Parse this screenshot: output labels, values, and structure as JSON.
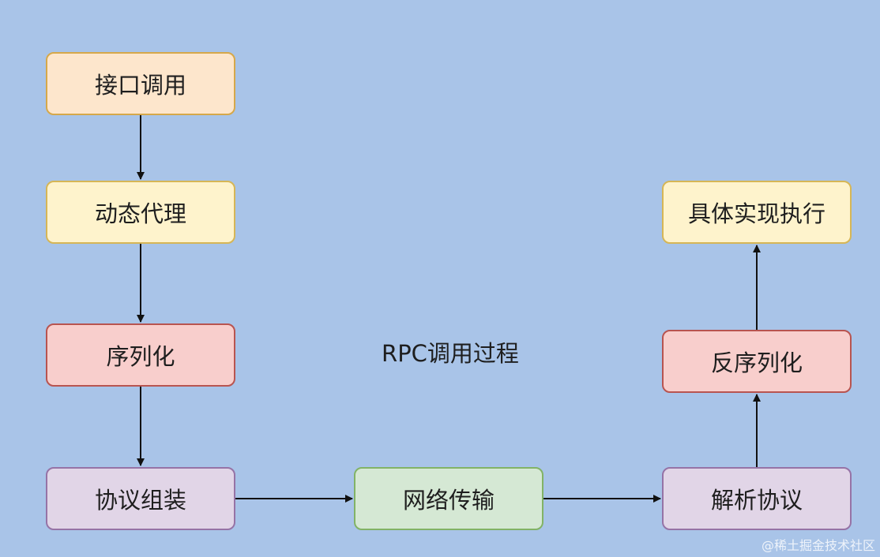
{
  "diagram": {
    "center_label": "RPC调用过程",
    "nodes": [
      {
        "id": "interface-call",
        "label": "接口调用",
        "fill": "#fde6cc",
        "stroke": "#d6a84a"
      },
      {
        "id": "dynamic-proxy",
        "label": "动态代理",
        "fill": "#fef3cc",
        "stroke": "#d6b656"
      },
      {
        "id": "serialize",
        "label": "序列化",
        "fill": "#f8cecc",
        "stroke": "#b85450"
      },
      {
        "id": "protocol-assemble",
        "label": "协议组装",
        "fill": "#e1d5e7",
        "stroke": "#9673a6"
      },
      {
        "id": "network-transfer",
        "label": "网络传输",
        "fill": "#d5e8d4",
        "stroke": "#82b366"
      },
      {
        "id": "parse-protocol",
        "label": "解析协议",
        "fill": "#e1d5e7",
        "stroke": "#9673a6"
      },
      {
        "id": "deserialize",
        "label": "反序列化",
        "fill": "#f8cecc",
        "stroke": "#b85450"
      },
      {
        "id": "concrete-execution",
        "label": "具体实现执行",
        "fill": "#fef3cc",
        "stroke": "#d6b656"
      }
    ],
    "edges": [
      {
        "from": "interface-call",
        "to": "dynamic-proxy"
      },
      {
        "from": "dynamic-proxy",
        "to": "serialize"
      },
      {
        "from": "serialize",
        "to": "protocol-assemble"
      },
      {
        "from": "protocol-assemble",
        "to": "network-transfer"
      },
      {
        "from": "network-transfer",
        "to": "parse-protocol"
      },
      {
        "from": "parse-protocol",
        "to": "deserialize"
      },
      {
        "from": "deserialize",
        "to": "concrete-execution"
      }
    ]
  },
  "watermark": "@稀土掘金技术社区"
}
